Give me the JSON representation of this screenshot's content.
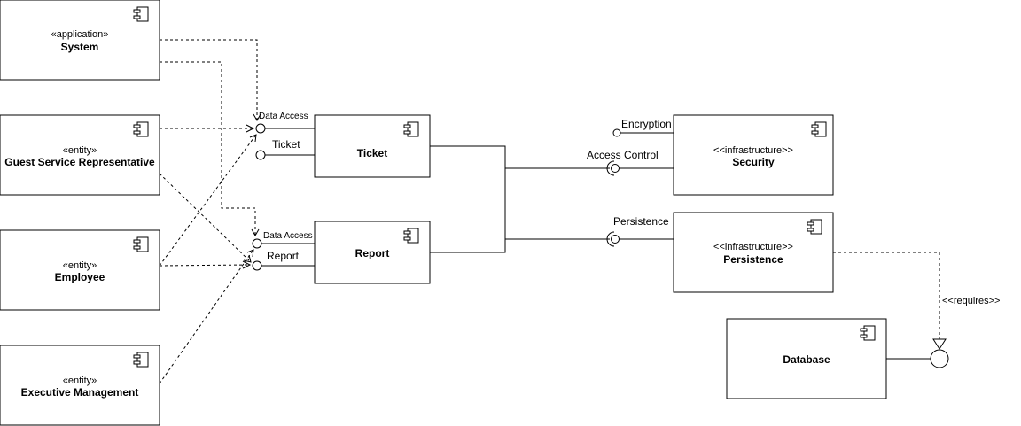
{
  "components": {
    "system": {
      "stereotype": "«application»",
      "name": "System"
    },
    "guest_service_rep": {
      "stereotype": "«entity»",
      "name": "Guest Service Representative"
    },
    "employee": {
      "stereotype": "«entity»",
      "name": "Employee"
    },
    "executive_management": {
      "stereotype": "«entity»",
      "name": "Executive Management"
    },
    "ticket": {
      "name": "Ticket"
    },
    "report": {
      "name": "Report"
    },
    "security": {
      "stereotype": "<<infrastructure>>",
      "name": "Security"
    },
    "persistence": {
      "stereotype": "<<infrastructure>>",
      "name": "Persistence"
    },
    "database": {
      "name": "Database"
    }
  },
  "ports": {
    "ticket_data_access": "Data Access",
    "ticket_ticket": "Ticket",
    "report_data_access": "Data Access",
    "report_report": "Report",
    "encryption": "Encryption",
    "access_control": "Access Control",
    "persistence": "Persistence"
  },
  "relations": {
    "requires": "<<requires>>"
  }
}
